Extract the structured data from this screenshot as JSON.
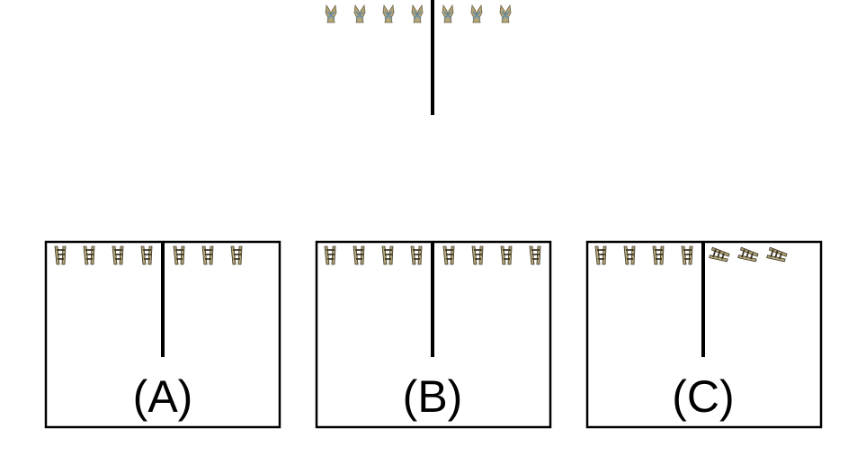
{
  "reference": {
    "left_items": [
      "bracket",
      "bracket",
      "bracket",
      "bracket"
    ],
    "right_items": [
      "bracket",
      "bracket",
      "bracket"
    ]
  },
  "options": [
    {
      "label": "(A)",
      "left_items": [
        "ladder",
        "ladder",
        "ladder",
        "ladder"
      ],
      "right_items": [
        "ladder",
        "ladder",
        "ladder"
      ]
    },
    {
      "label": "(B)",
      "left_items": [
        "ladder",
        "ladder",
        "ladder",
        "ladder"
      ],
      "right_items": [
        "ladder",
        "ladder",
        "ladder",
        "ladder"
      ]
    },
    {
      "label": "(C)",
      "left_items": [
        "ladder",
        "ladder",
        "ladder",
        "ladder"
      ],
      "right_items": [
        "ladder-rotated",
        "ladder-rotated",
        "ladder-rotated"
      ]
    }
  ],
  "colors": {
    "line": "#000000",
    "item_fill": "#b3a678",
    "item_dark": "#3c3525",
    "item_accent": "#6a8ea6"
  }
}
